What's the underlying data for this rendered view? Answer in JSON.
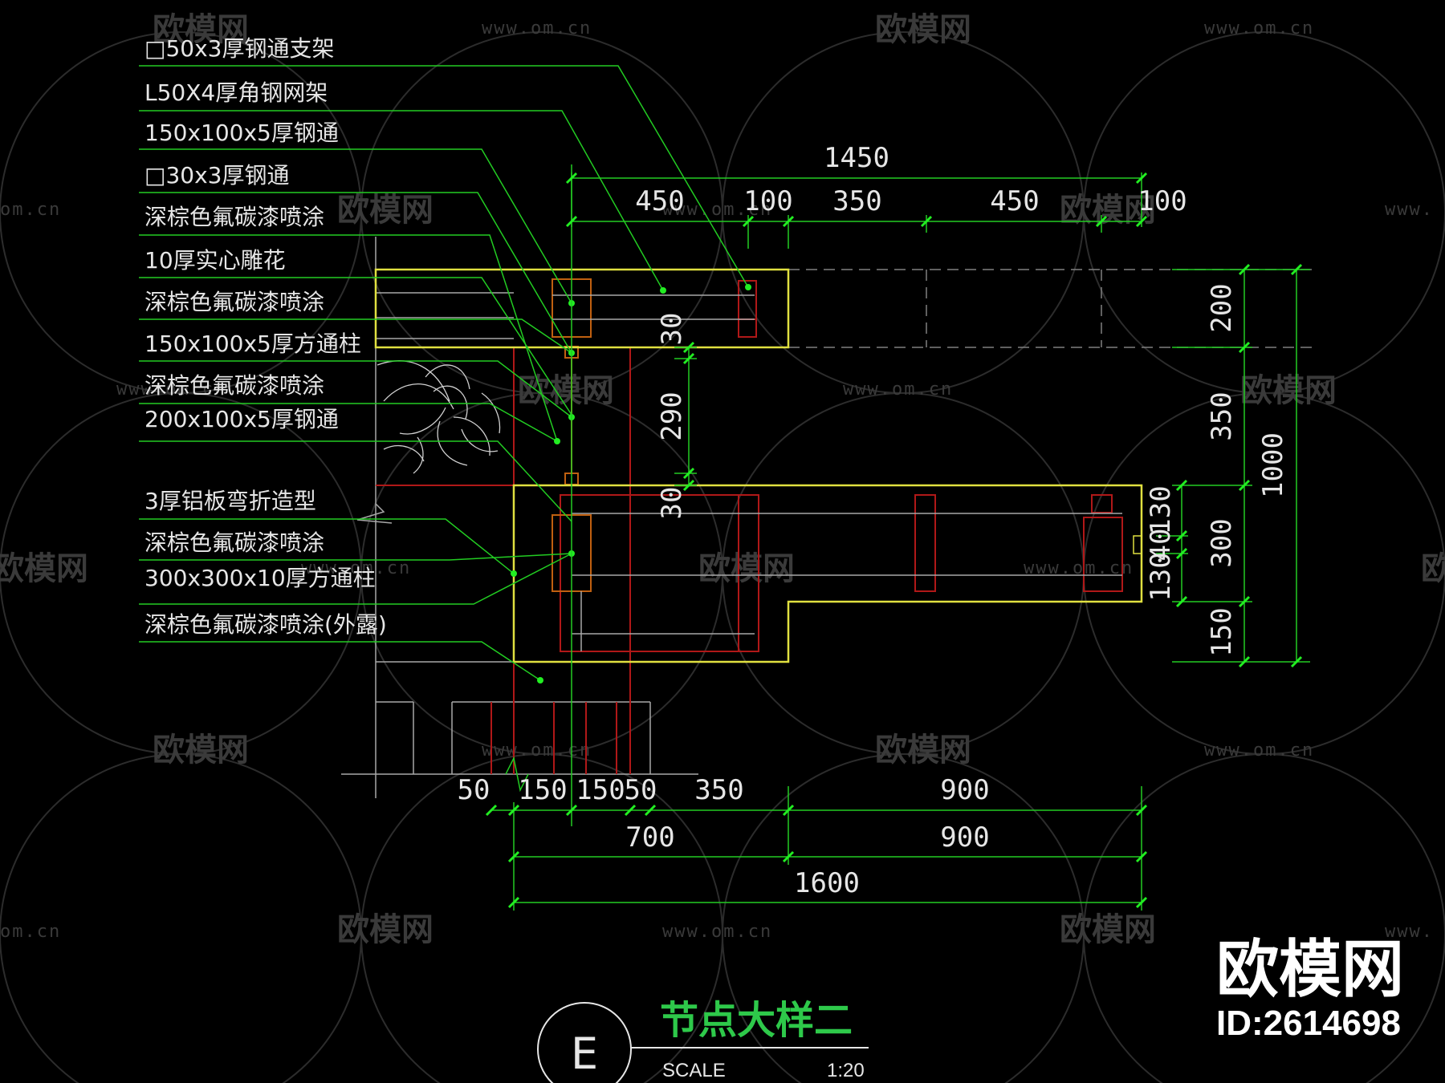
{
  "colors": {
    "background": "#000000",
    "leader": "#22cc22",
    "dimension": "#22cc22",
    "outline_yellow": "#e0e040",
    "steel_red": "#b01818",
    "section_orange": "#c06010",
    "hidden_gray": "#808080",
    "watermark": "#3a3a3a"
  },
  "annotations": [
    {
      "text": "□50x3厚钢通支架"
    },
    {
      "text": "L50X4厚角钢网架"
    },
    {
      "text": "150x100x5厚钢通"
    },
    {
      "text": "□30x3厚钢通"
    },
    {
      "text": "深棕色氟碳漆喷涂"
    },
    {
      "text": "10厚实心雕花"
    },
    {
      "text": "深棕色氟碳漆喷涂"
    },
    {
      "text": "150x100x5厚方通柱"
    },
    {
      "text": "深棕色氟碳漆喷涂"
    },
    {
      "text": "200x100x5厚钢通"
    },
    {
      "text": "3厚铝板弯折造型"
    },
    {
      "text": "深棕色氟碳漆喷涂"
    },
    {
      "text": "300x300x10厚方通柱"
    },
    {
      "text": "深棕色氟碳漆喷涂(外露)"
    }
  ],
  "dimensions": {
    "top_total": "1450",
    "top_segments": [
      "450",
      "100",
      "350",
      "450",
      "100"
    ],
    "right_total": "1000",
    "right_segments": [
      "200",
      "350",
      "300",
      "150"
    ],
    "right_small": [
      "130",
      "40",
      "130"
    ],
    "mid_vertical": [
      "30",
      "290",
      "30"
    ],
    "bottom_row1": [
      "50",
      "150",
      "150",
      "50",
      "350",
      "900"
    ],
    "bottom_row2": [
      "700",
      "900"
    ],
    "bottom_total": "1600"
  },
  "title_block": {
    "marker": "E",
    "title": "节点大样二",
    "scale_label": "SCALE",
    "scale_value": "1:20"
  },
  "watermark": {
    "brand": "欧模网",
    "url": "www.om.cn",
    "url_short": "om.cn",
    "url_clip": "www."
  },
  "badge": {
    "brand": "欧模网",
    "id": "ID:2614698"
  }
}
